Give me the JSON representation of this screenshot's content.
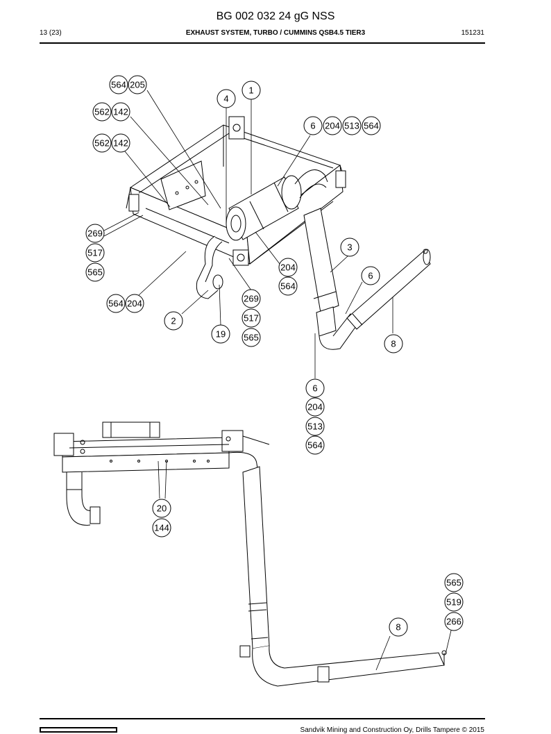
{
  "header": {
    "title": "BG 002 032 24 gG NSS",
    "page": "13 (23)",
    "subtitle": "EXHAUST SYSTEM, TURBO / CUMMINS QSB4.5 TIER3",
    "code": "151231"
  },
  "footer": {
    "copyright": "Sandvik Mining and Construction Oy, Drills Tampere © 2015"
  },
  "callouts": {
    "c564a": "564",
    "c205": "205",
    "c1": "1",
    "c4": "4",
    "c562a": "562",
    "c142a": "142",
    "c562b": "562",
    "c142b": "142",
    "c6a": "6",
    "c204a": "204",
    "c513a": "513",
    "c564b": "564",
    "c269a": "269",
    "c517a": "517",
    "c565a": "565",
    "c3": "3",
    "c204b": "204",
    "c564c": "564",
    "c6b": "6",
    "c564d": "564",
    "c204c": "204",
    "c269b": "269",
    "c517b": "517",
    "c565b": "565",
    "c2": "2",
    "c19": "19",
    "c8a": "8",
    "c6c": "6",
    "c204d": "204",
    "c513b": "513",
    "c564e": "564",
    "c20": "20",
    "c144": "144",
    "c565c": "565",
    "c519": "519",
    "c266": "266",
    "c8b": "8"
  }
}
